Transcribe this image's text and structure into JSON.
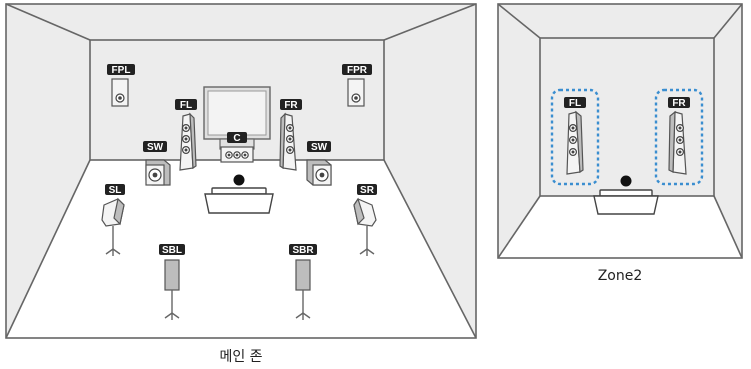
{
  "main_zone": {
    "caption": "메인 존",
    "speakers": {
      "fpl": "FPL",
      "fpr": "FPR",
      "fl": "FL",
      "fr": "FR",
      "c": "C",
      "sw_left": "SW",
      "sw_right": "SW",
      "sl": "SL",
      "sr": "SR",
      "sbl": "SBL",
      "sbr": "SBR"
    }
  },
  "zone2": {
    "caption": "Zone2",
    "speakers": {
      "fl": "FL",
      "fr": "FR"
    },
    "highlight_color": "#3a8ed0"
  }
}
